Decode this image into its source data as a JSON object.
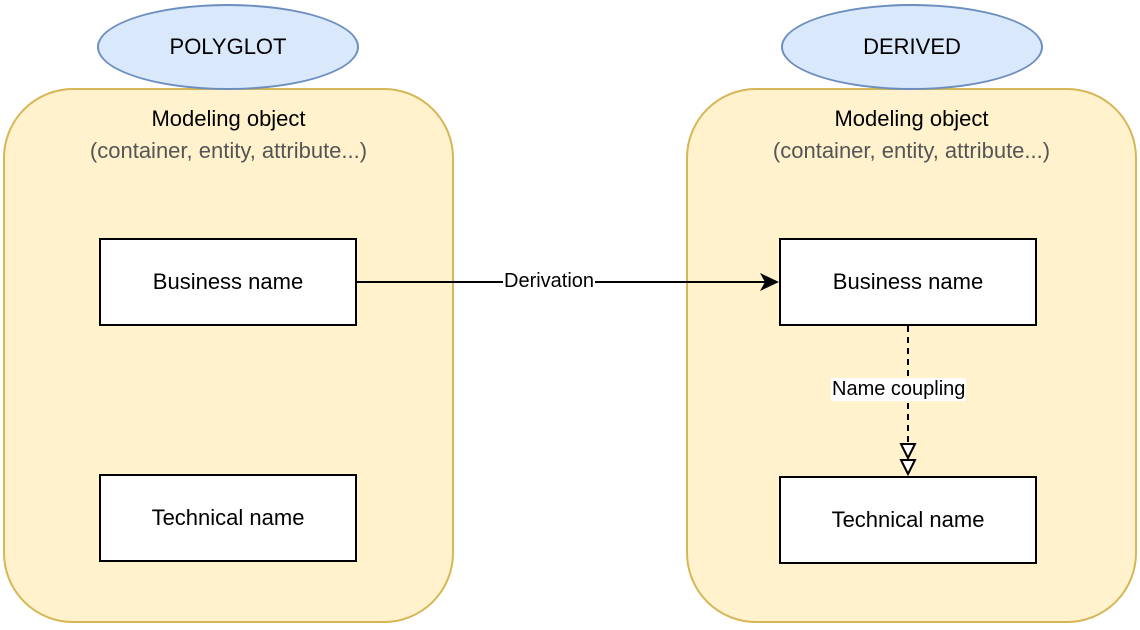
{
  "colors": {
    "ellipse_fill": "#dae8fc",
    "ellipse_stroke": "#6c8ebf",
    "container_fill": "#fff2cc",
    "container_stroke": "#d6b656",
    "box_fill": "#ffffff",
    "box_stroke": "#000000",
    "edge_color": "#000000"
  },
  "left": {
    "header": "POLYGLOT",
    "container_title": "Modeling object",
    "container_subtitle": "(container, entity, attribute...)",
    "business_name": "Business name",
    "technical_name": "Technical name"
  },
  "right": {
    "header": "DERIVED",
    "container_title": "Modeling object",
    "container_subtitle": "(container, entity, attribute...)",
    "business_name": "Business name",
    "technical_name": "Technical name"
  },
  "edges": {
    "derivation_label": "Derivation",
    "name_coupling_label": "Name coupling"
  }
}
